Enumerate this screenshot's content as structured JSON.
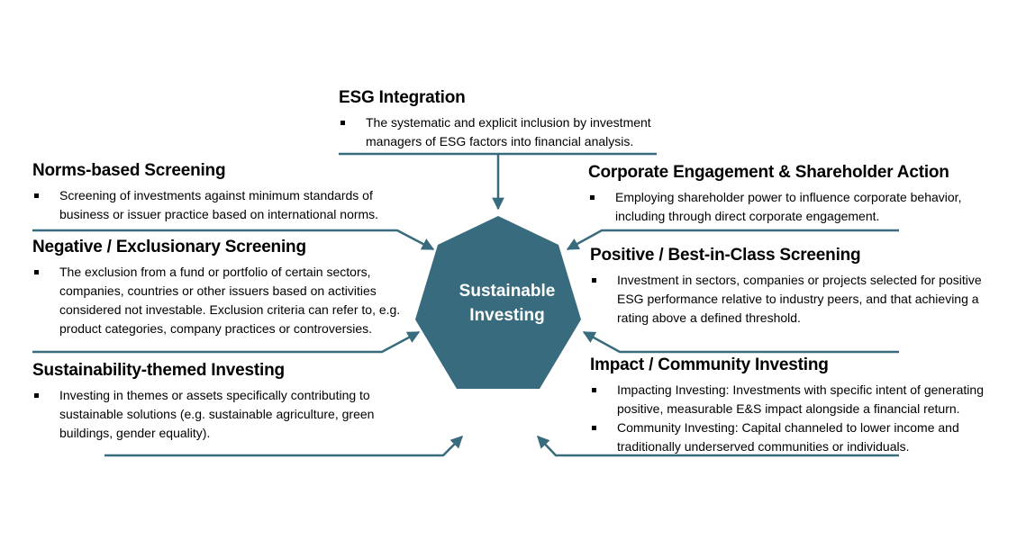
{
  "center": {
    "line1": "Sustainable",
    "line2": "Investing"
  },
  "colors": {
    "accent": "#386b7d",
    "text": "#000000",
    "background": "#ffffff"
  },
  "blocks": {
    "esg_integration": {
      "title": "ESG Integration",
      "bullets": [
        "The systematic and explicit inclusion by investment managers of ESG factors into financial analysis."
      ]
    },
    "norms_based": {
      "title": "Norms-based Screening",
      "bullets": [
        "Screening of investments against minimum standards of business or issuer practice based on international norms."
      ]
    },
    "negative_exclusionary": {
      "title": "Negative / Exclusionary Screening",
      "bullets": [
        "The exclusion from a fund or portfolio of certain sectors, companies, countries or other issuers based on activities considered not investable. Exclusion criteria can refer to, e.g. product categories, company practices or controversies."
      ]
    },
    "sustainability_themed": {
      "title": "Sustainability-themed Investing",
      "bullets": [
        "Investing in themes or assets specifically contributing to sustainable solutions (e.g. sustainable agriculture, green buildings, gender equality)."
      ]
    },
    "corporate_engagement": {
      "title": "Corporate Engagement & Shareholder Action",
      "bullets": [
        "Employing shareholder power to influence corporate behavior, including through direct corporate engagement."
      ]
    },
    "positive_best_in_class": {
      "title": "Positive / Best-in-Class Screening",
      "bullets": [
        "Investment in sectors, companies or projects selected for positive ESG performance relative to industry peers, and that achieving a rating above a defined threshold."
      ]
    },
    "impact_community": {
      "title": "Impact / Community Investing",
      "bullets": [
        "Impacting Investing: Investments with specific intent of generating positive, measurable E&S impact alongside a financial return.",
        "Community Investing: Capital channeled to lower income and traditionally underserved communities or individuals."
      ]
    }
  }
}
